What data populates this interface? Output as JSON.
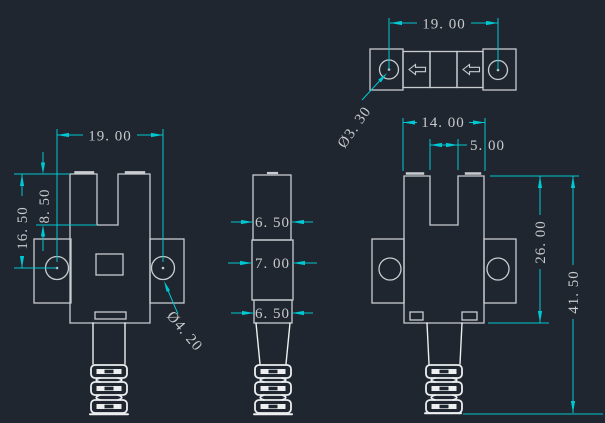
{
  "drawing": {
    "background": "#20262f",
    "line_color": "#c9cdd1",
    "bright_line_color": "#eceef0",
    "dimension_color": "#00c8d2",
    "text_color": "#c8cacc",
    "views": {
      "top_view": {
        "dimensions": {
          "hole_spacing": "19. 00",
          "hole_diameter": "Ø3. 30"
        }
      },
      "front_view": {
        "dimensions": {
          "hole_spacing": "19. 00",
          "slot_depth": "8. 50",
          "hole_center_depth": "16. 50",
          "hole_diameter": "Ø4. 20"
        }
      },
      "side_view": {
        "dimensions": {
          "top_width": "6. 50",
          "middle_width": "7. 00",
          "bottom_width": "6. 50"
        }
      },
      "right_view": {
        "dimensions": {
          "body_width": "14. 00",
          "slot_width": "5. 00",
          "body_height": "26. 00",
          "overall_height": "41. 50"
        }
      }
    }
  }
}
